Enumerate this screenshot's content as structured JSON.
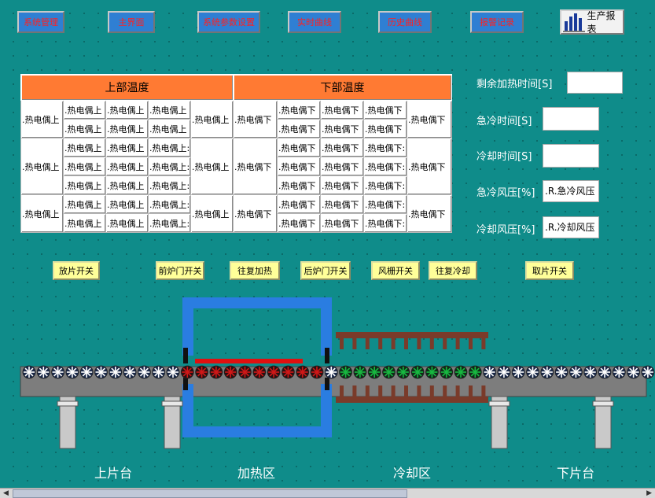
{
  "nav": [
    "系统管理",
    "主界面",
    "系统参数设置",
    "实时曲线",
    "历史曲线",
    "报警记录"
  ],
  "report_button": "生产报表",
  "table": {
    "upper_header": "上部温度",
    "lower_header": "下部温度",
    "upper": {
      "side_cell": ".热电偶上",
      "cells": [
        ".热电偶上",
        ".热电偶上:"
      ]
    },
    "lower": {
      "side_left": ".热电偶下",
      "side_right": ".热电偶下",
      "cells": [
        ".热电偶下",
        ".热电偶下:"
      ]
    }
  },
  "params": {
    "remaining_heat_label": "剩余加热时间[S]",
    "remaining_heat_value": "",
    "quench_time_label": "急冷时间[S]",
    "quench_time_value": "",
    "cool_time_label": "冷却时间[S]",
    "cool_time_value": "",
    "quench_pressure_label": "急冷风压[%]",
    "quench_pressure_value": ".R.急冷风压",
    "cool_pressure_label": "冷却风压[%]",
    "cool_pressure_value": ".R.冷却风压"
  },
  "controls": [
    "放片开关",
    "前炉门开关",
    "往复加热",
    "后炉门开关",
    "风栅开关",
    "往复冷却",
    "取片开关"
  ],
  "zones": [
    "上片台",
    "加热区",
    "冷却区",
    "下片台"
  ],
  "colors": {
    "background": "#0f8c8a",
    "header": "#ff7a33",
    "furnace": "#2a7de1",
    "heater": "#e01010",
    "roller_hot": "#d01818",
    "roller_cool": "#18b840"
  }
}
